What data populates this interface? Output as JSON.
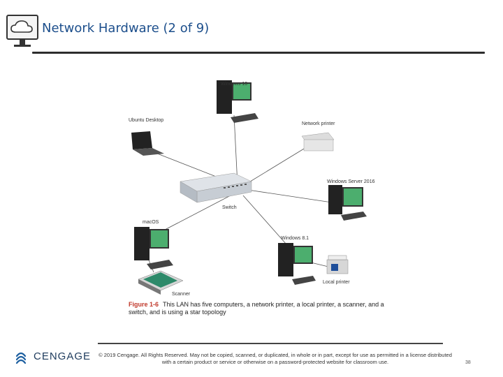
{
  "slide": {
    "title": "Network Hardware (2 of 9)",
    "page_number": "38"
  },
  "figure": {
    "labels": {
      "windows10": "Windows 10",
      "ubuntu": "Ubuntu Desktop",
      "network_printer": "Network printer",
      "windows_server": "Windows Server 2016",
      "switch": "Switch",
      "macos": "macOS",
      "windows81": "Windows 8.1",
      "local_printer": "Local printer",
      "scanner": "Scanner"
    },
    "caption_number": "Figure 1-6",
    "caption_text": "This LAN has five computers, a network printer, a local printer, a scanner, and a switch, and is using a star topology"
  },
  "footer": {
    "logo": "CENGAGE",
    "copyright": "© 2019 Cengage. All Rights Reserved. May not be copied, scanned, or duplicated, in whole or in part, except for use as permitted in a license distributed with a certain product or service or otherwise on a password-protected website for classroom use."
  },
  "colors": {
    "title": "#1d4f8c",
    "cable": "#555555",
    "caption_label": "#c0392b"
  }
}
